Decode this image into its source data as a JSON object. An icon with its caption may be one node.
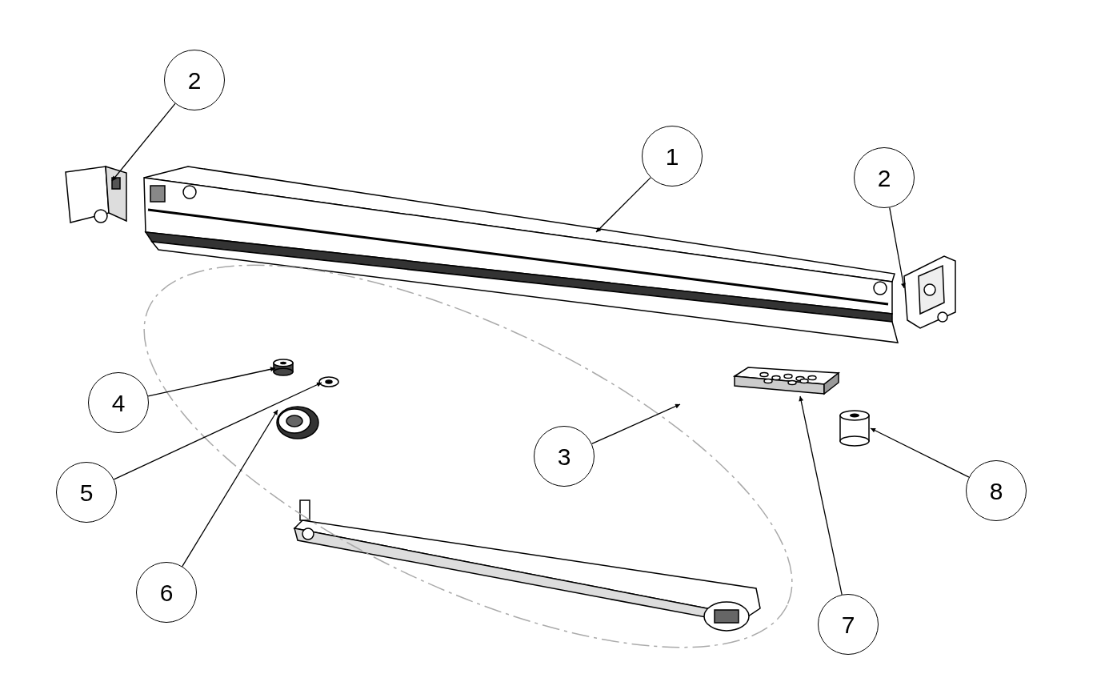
{
  "diagram": {
    "nodes": [
      {
        "text": [
          "2"
        ]
      },
      {
        "text": [],
        "shape": "picture"
      },
      {
        "text": [
          "1"
        ]
      },
      {
        "text": [],
        "shape": "picture"
      },
      {
        "text": [
          "2"
        ]
      },
      {
        "text": [],
        "shape": "picture"
      },
      {
        "text": [],
        "shape": "ellipse"
      },
      {
        "text": [],
        "shape": "cylinder",
        "in": 6
      },
      {
        "text": [],
        "shape": "picture",
        "in": 6
      },
      {
        "text": [],
        "shape": "picture"
      },
      {
        "text": [
          "4"
        ]
      },
      {
        "text": [
          "3"
        ],
        "in": 6
      },
      {
        "text": [],
        "shape": "picture",
        "in": 6
      },
      {
        "text": [],
        "shape": "cylinder"
      },
      {
        "text": [
          "5"
        ]
      },
      {
        "text": [
          "8"
        ]
      },
      {
        "text": [
          "7"
        ]
      },
      {
        "text": [
          "6"
        ]
      }
    ],
    "edges": [
      {
        "from": 0,
        "to": 1,
        "arrow": "to"
      },
      {
        "from": 2,
        "to": 3,
        "arrow": "to"
      },
      {
        "from": 4,
        "to": 5,
        "arrow": "to"
      },
      {
        "from": 10,
        "to": 7,
        "arrow": "to"
      },
      {
        "from": 14,
        "to": 8,
        "arrow": "to"
      },
      {
        "from": 17,
        "to": 12,
        "arrow": "to"
      },
      {
        "from": 11,
        "to": 6,
        "arrow": "to"
      },
      {
        "from": 16,
        "to": 9,
        "arrow": "to"
      },
      {
        "from": 15,
        "to": 13,
        "arrow": "to"
      }
    ]
  }
}
